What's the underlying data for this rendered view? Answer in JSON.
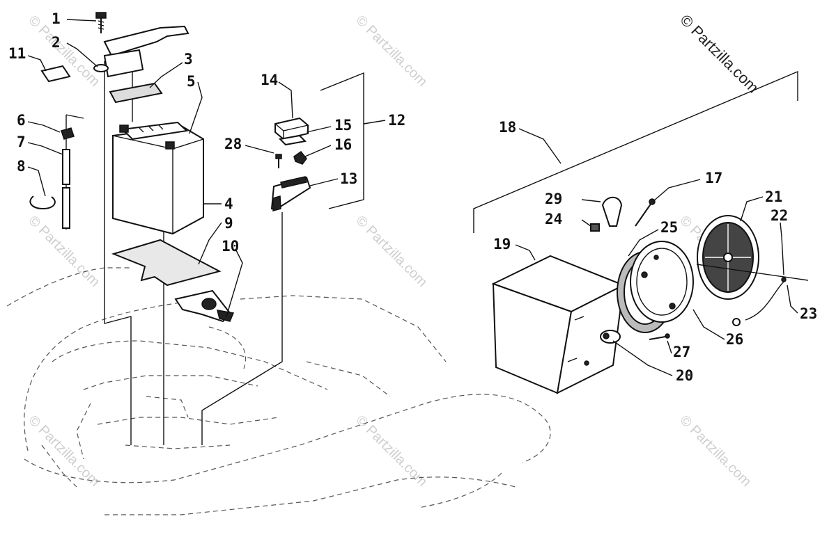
{
  "watermark": {
    "text": "© Partzilla.com"
  },
  "copyright": {
    "text": "© Partzilla.com"
  },
  "callouts": [
    {
      "id": "1",
      "label": "1"
    },
    {
      "id": "2",
      "label": "2"
    },
    {
      "id": "3",
      "label": "3"
    },
    {
      "id": "4",
      "label": "4"
    },
    {
      "id": "5",
      "label": "5"
    },
    {
      "id": "6",
      "label": "6"
    },
    {
      "id": "7",
      "label": "7"
    },
    {
      "id": "8",
      "label": "8"
    },
    {
      "id": "9",
      "label": "9"
    },
    {
      "id": "10",
      "label": "10"
    },
    {
      "id": "11",
      "label": "11"
    },
    {
      "id": "12",
      "label": "12"
    },
    {
      "id": "13",
      "label": "13"
    },
    {
      "id": "14",
      "label": "14"
    },
    {
      "id": "15",
      "label": "15"
    },
    {
      "id": "16",
      "label": "16"
    },
    {
      "id": "17",
      "label": "17"
    },
    {
      "id": "18",
      "label": "18"
    },
    {
      "id": "19",
      "label": "19"
    },
    {
      "id": "20",
      "label": "20"
    },
    {
      "id": "21",
      "label": "21"
    },
    {
      "id": "22",
      "label": "22"
    },
    {
      "id": "23",
      "label": "23"
    },
    {
      "id": "24",
      "label": "24"
    },
    {
      "id": "25",
      "label": "25"
    },
    {
      "id": "26",
      "label": "26"
    },
    {
      "id": "27",
      "label": "27"
    },
    {
      "id": "28",
      "label": "28"
    },
    {
      "id": "29",
      "label": "29"
    }
  ]
}
